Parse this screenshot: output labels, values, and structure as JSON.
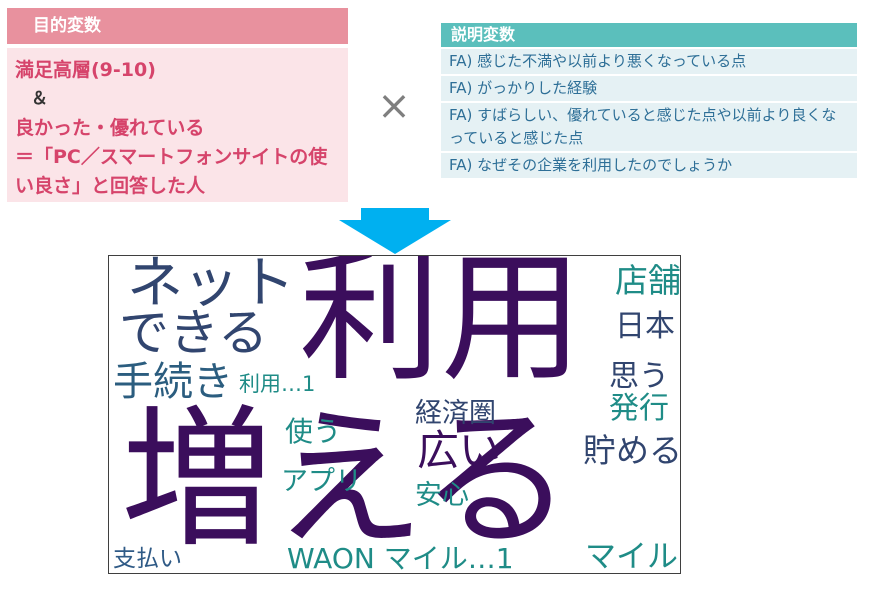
{
  "objective": {
    "header": "目的変数",
    "lines": [
      "満足高層(9-10)",
      "＆",
      "良かった・優れている",
      "＝「PC／スマートフォンサイトの使",
      "い良さ」と回答した人"
    ]
  },
  "times_symbol": "×",
  "explanatory": {
    "header": "説明変数",
    "items": [
      "FA) 感じた不満や以前より悪くなっている点",
      "FA) がっかりした経験",
      "FA) すばらしい、優れていると感じた点や以前より良くなっていると感じた点",
      "FA) なぜその企業を利用したのでしょうか"
    ]
  },
  "wordcloud": {
    "words": {
      "riyou": "利用",
      "fueru": "増える",
      "netto": "ネット",
      "dekiru": "できる",
      "tetsuzuki": "手続き",
      "riyou1": "利用…1",
      "tsukau": "使う",
      "apuri": "アプリ",
      "shiharai": "支払い",
      "waon": "WAON マイル…1",
      "keizaiken": "経済圏",
      "hiroi": "広い",
      "anshin": "安心",
      "tenpo": "店舗",
      "nihon": "日本",
      "omou": "思う",
      "hakkou": "発行",
      "tameru": "貯める",
      "mairu": "マイル"
    },
    "colors": {
      "dark": "#3b0e5c",
      "navy": "#31456f",
      "blue": "#2f5a86",
      "teal": "#1f8c87",
      "slate": "#2b5d7f"
    }
  },
  "colors": {
    "objective_header_bg": "#e8919e",
    "objective_body_bg": "#fbe4e8",
    "objective_text": "#d6446b",
    "explanatory_header_bg": "#5bbfbc",
    "explanatory_item_bg": "#e5f1f4",
    "explanatory_text": "#2e6f97",
    "arrow": "#00b0f0"
  }
}
